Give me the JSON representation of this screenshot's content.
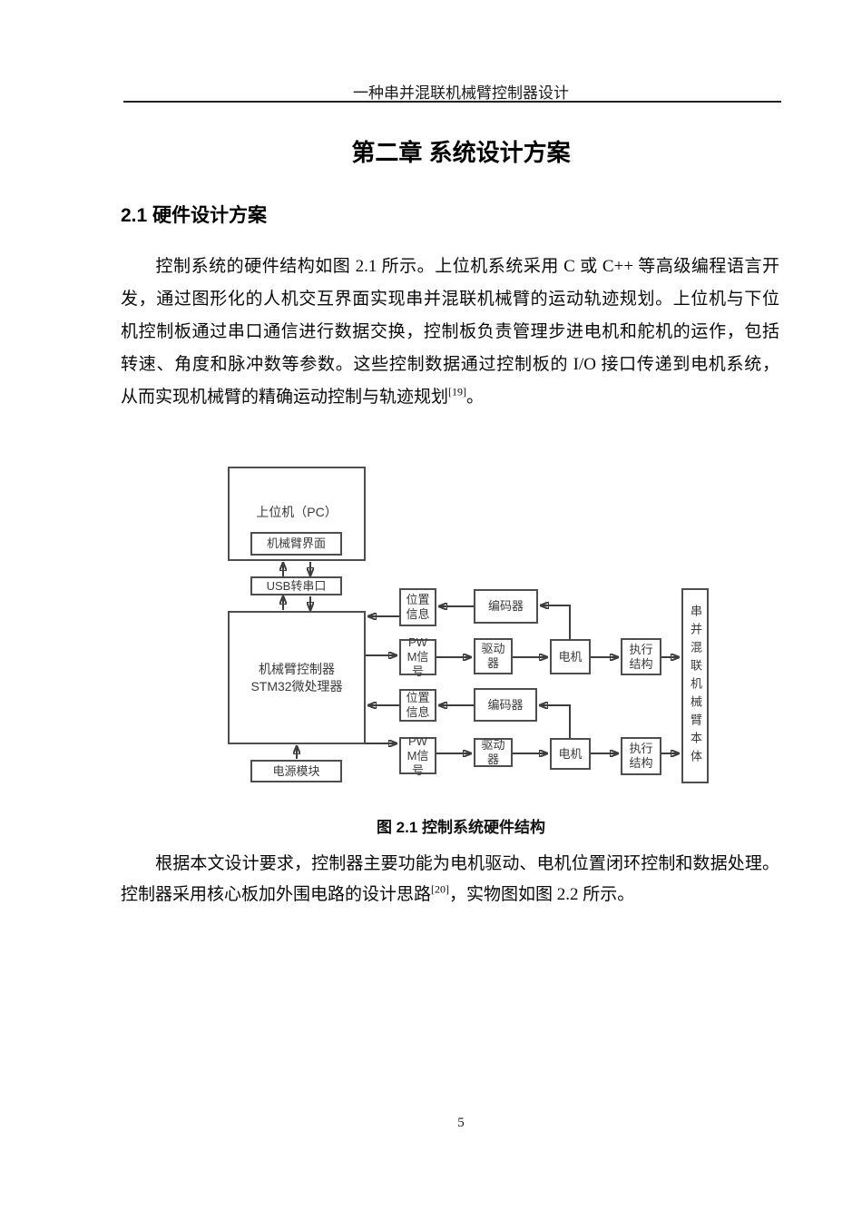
{
  "page": {
    "header": "一种串并混联机械臂控制器设计",
    "page_number": "5"
  },
  "chapter": {
    "title": "第二章 系统设计方案",
    "section": "2.1 硬件设计方案"
  },
  "para1": {
    "l1": "控制系统的硬件结构如图 2.1 所示。上位机系统采用 C 或 C++ 等高级编程语言开",
    "l2": "发，通过图形化的人机交互界面实现串并混联机械臂的运动轨迹规划。上位机与下位",
    "l3": "机控制板通过串口通信进行数据交换，控制板负责管理步进电机和舵机的运作，包括",
    "l4": "转速、角度和脉冲数等参数。这些控制数据通过控制板的 I/O 接口传递到电机系统，",
    "l5_pre": "从而实现机械臂的精确运动控制与轨迹规划",
    "l5_sup": "[19]",
    "l5_post": "。"
  },
  "figure": {
    "caption": "图 2.1 控制系统硬件结构",
    "blocks": {
      "pc": "上位机（PC）",
      "ui": "机械臂界面",
      "usb": "USB转串口",
      "mcu_l1": "机械臂控制器",
      "mcu_l2": "STM32微处理器",
      "power": "电源模块",
      "pos_l1": "位置",
      "pos_l2": "信息",
      "encoder": "编码器",
      "pwm_l1": "PW",
      "pwm_l2": "M信",
      "pwm_l3": "号",
      "driver_l1": "驱动",
      "driver_l2": "器",
      "motor": "电机",
      "actuator_l1": "执行",
      "actuator_l2": "结构",
      "arm_body": "串并混联机械臂本体"
    }
  },
  "para2": {
    "l1": "根据本文设计要求，控制器主要功能为电机驱动、电机位置闭环控制和数据处理。",
    "l2_pre": "控制器采用核心板加外围电路的设计思路",
    "l2_sup": "[20]",
    "l2_post": "，实物图如图 2.2 所示。"
  }
}
